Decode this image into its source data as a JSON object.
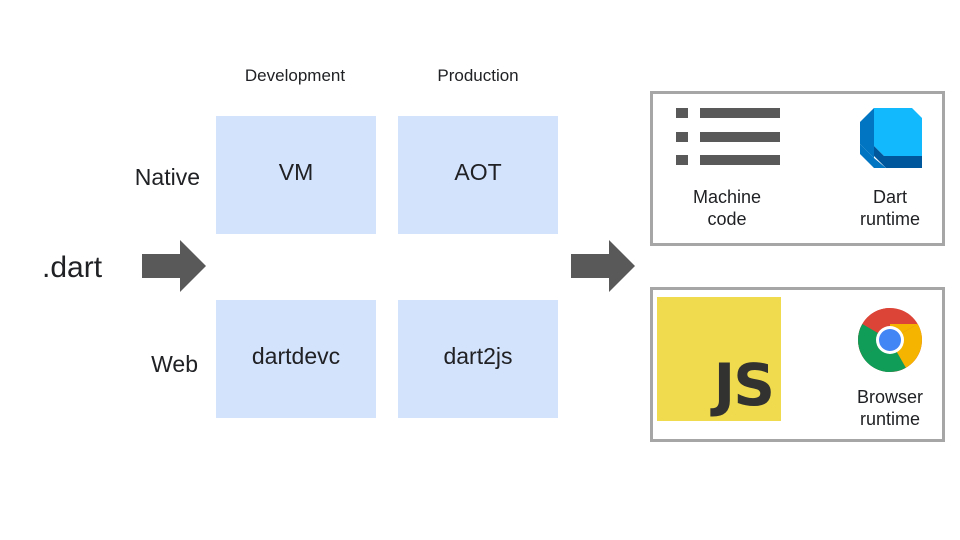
{
  "source": {
    "label": ".dart"
  },
  "columns": {
    "development": "Development",
    "production": "Production"
  },
  "rows": {
    "native": "Native",
    "web": "Web"
  },
  "cells": {
    "native_development": "VM",
    "native_production": "AOT",
    "web_development": "dartdevc",
    "web_production": "dart2js"
  },
  "outputs": {
    "native": {
      "machine_code_label": "Machine\ncode",
      "runtime_label": "Dart\nruntime",
      "icons": [
        "list-icon",
        "dart-logo"
      ]
    },
    "web": {
      "js_badge_text": "JS",
      "runtime_label": "Browser\nruntime",
      "icons": [
        "javascript-logo",
        "chrome-logo"
      ]
    }
  },
  "colors": {
    "cell_fill": "#d3e3fc",
    "arrow": "#595959",
    "panel_border": "#a6a6a6",
    "js_yellow": "#f0db4f",
    "js_text": "#323330"
  }
}
